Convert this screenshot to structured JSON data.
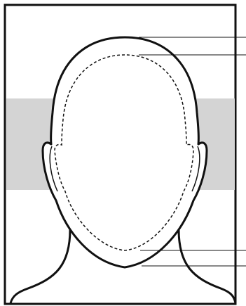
{
  "diagram": {
    "stroke_color": "#111111",
    "band_color": "#d4d4d4",
    "background_color": "#ffffff",
    "elements": [
      "photo-frame",
      "eye-zone-band",
      "head-outline",
      "face-oval-guide",
      "shoulders",
      "guide-lines"
    ]
  }
}
